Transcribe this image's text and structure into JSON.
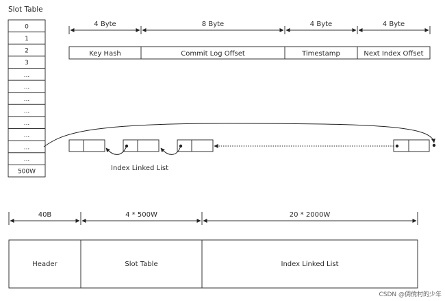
{
  "slot_table": {
    "title": "Slot Table",
    "rows": [
      "0",
      "1",
      "2",
      "3",
      "...",
      "...",
      "...",
      "...",
      "...",
      "...",
      "...",
      "...",
      "500W"
    ]
  },
  "entry_format": {
    "fields": [
      {
        "size": "4 Byte",
        "name": "Key Hash"
      },
      {
        "size": "8 Byte",
        "name": "Commit Log Offset"
      },
      {
        "size": "4 Byte",
        "name": "Timestamp"
      },
      {
        "size": "4 Byte",
        "name": "Next Index Offset"
      }
    ]
  },
  "linked_list": {
    "label": "Index Linked List"
  },
  "file_layout": {
    "sections": [
      {
        "size": "40B",
        "name": "Header"
      },
      {
        "size": "4 * 500W",
        "name": "Slot Table"
      },
      {
        "size": "20 * 2000W",
        "name": "Index Linked List"
      }
    ]
  },
  "watermark": "CSDN @倜傥村的少年"
}
